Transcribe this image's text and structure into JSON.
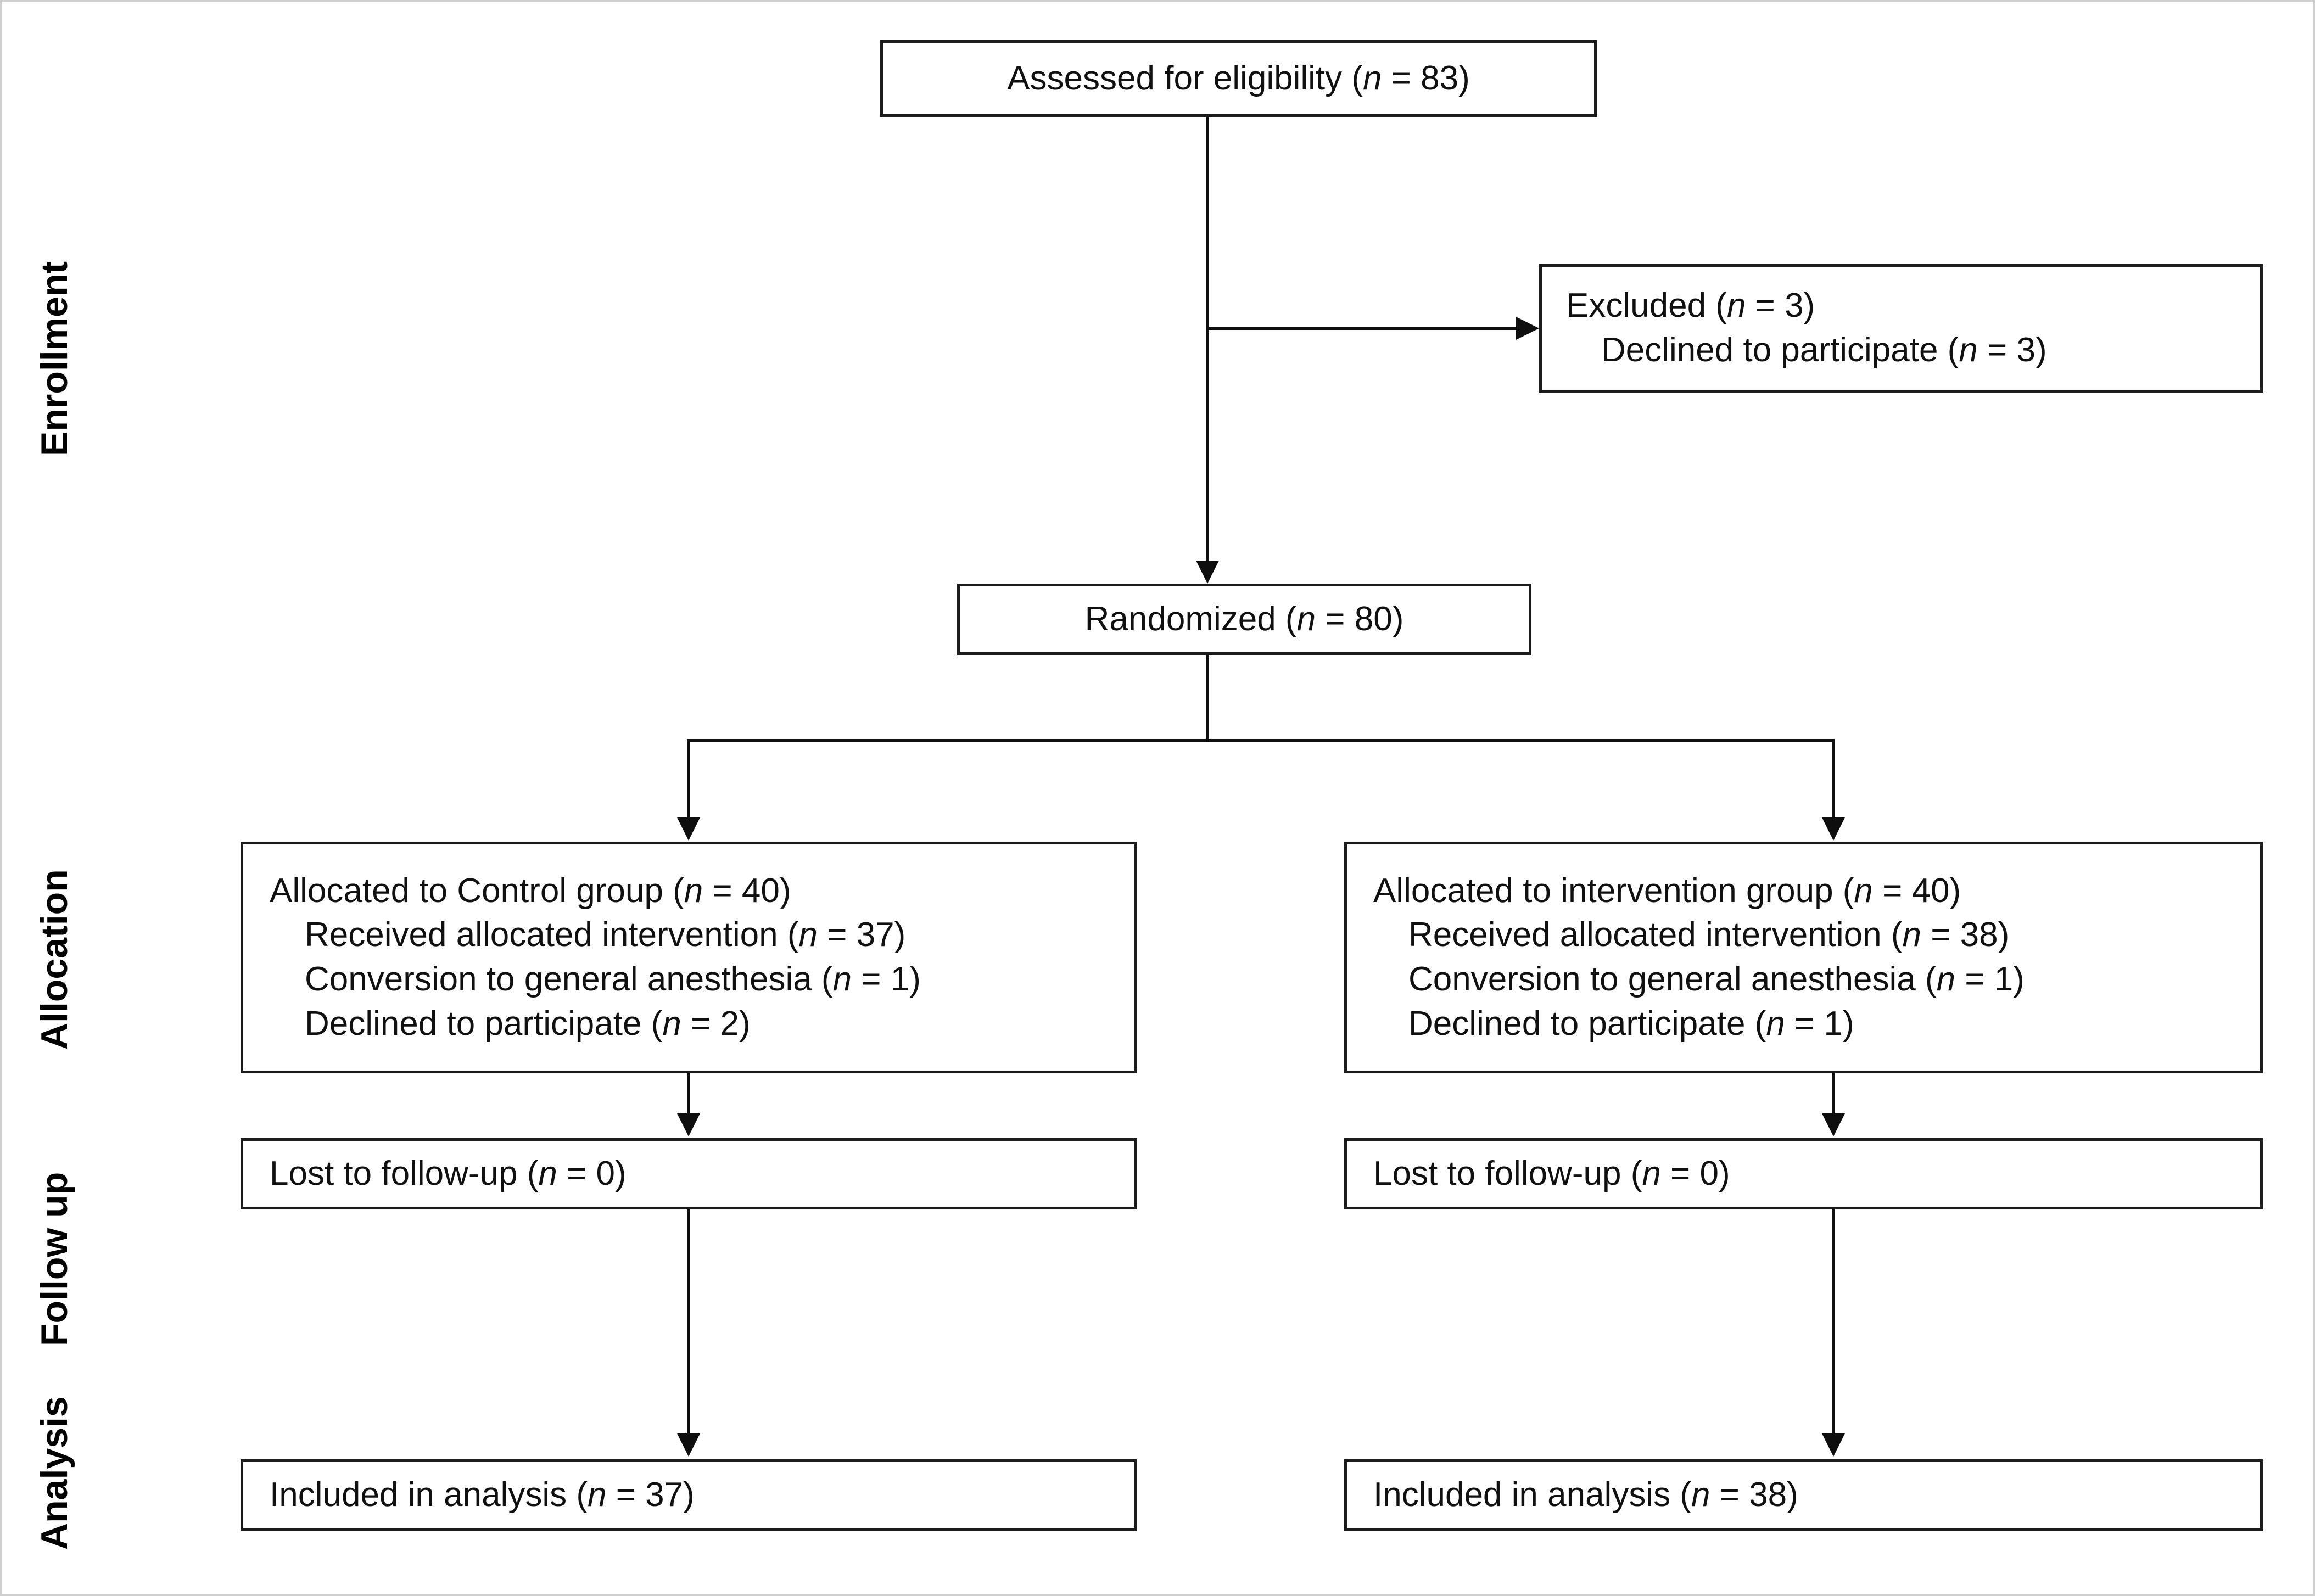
{
  "diagram": {
    "title": "CONSORT participant flow diagram",
    "stages": [
      {
        "id": "enrollment",
        "label": "Enrollment"
      },
      {
        "id": "allocation",
        "label": "Allocation"
      },
      {
        "id": "followup",
        "label": "Follow up"
      },
      {
        "id": "analysis",
        "label": "Analysis"
      }
    ],
    "nodes": {
      "assessed": {
        "lines": [
          {
            "text": "Assessed for eligibility (",
            "n_symbol": "n",
            "eq": " = ",
            "value": "83",
            "close": ")"
          }
        ],
        "full_text": "Assessed for eligibility (n = 83)"
      },
      "excluded": {
        "lines": [
          {
            "text": "Excluded (",
            "n_symbol": "n",
            "eq": " = ",
            "value": "3",
            "close": ")"
          },
          {
            "text": "Declined to participate (",
            "n_symbol": "n",
            "eq": " = ",
            "value": "3",
            "close": ")"
          }
        ],
        "full_text": "Excluded (n = 3) / Declined to participate (n = 3)"
      },
      "randomized": {
        "lines": [
          {
            "text": "Randomized (",
            "n_symbol": "n",
            "eq": " = ",
            "value": "80",
            "close": ")"
          }
        ],
        "full_text": "Randomized (n = 80)"
      },
      "alloc_control": {
        "lines": [
          {
            "text": "Allocated to Control group (",
            "n_symbol": "n",
            "eq": " = ",
            "value": "40",
            "close": ")"
          },
          {
            "text": "Received allocated intervention (",
            "n_symbol": "n",
            "eq": " = ",
            "value": "37",
            "close": ")"
          },
          {
            "text": "Conversion to general anesthesia (",
            "n_symbol": "n",
            "eq": " = ",
            "value": "1",
            "close": ")"
          },
          {
            "text": "Declined to participate (",
            "n_symbol": "n",
            "eq": " = ",
            "value": "2",
            "close": ")"
          }
        ],
        "full_text": "Allocated to Control group (n = 40); Received allocated intervention (n = 37); Conversion to general anesthesia (n = 1); Declined to participate (n = 2)"
      },
      "alloc_intervention": {
        "lines": [
          {
            "text": "Allocated to intervention group (",
            "n_symbol": "n",
            "eq": " = ",
            "value": "40",
            "close": ")"
          },
          {
            "text": "Received allocated intervention (",
            "n_symbol": "n",
            "eq": " = ",
            "value": "38",
            "close": ")"
          },
          {
            "text": "Conversion to general anesthesia (",
            "n_symbol": "n",
            "eq": " = ",
            "value": "1",
            "close": ")"
          },
          {
            "text": "Declined to participate (",
            "n_symbol": "n",
            "eq": " = ",
            "value": "1",
            "close": ")"
          }
        ],
        "full_text": "Allocated to intervention group (n = 40); Received allocated intervention (n = 38); Conversion to general anesthesia (n = 1); Declined to participate (n = 1)"
      },
      "followup_left": {
        "lines": [
          {
            "text": "Lost to follow-up (",
            "n_symbol": "n",
            "eq": " = ",
            "value": "0",
            "close": ")"
          }
        ],
        "full_text": "Lost to follow-up (n = 0)"
      },
      "followup_right": {
        "lines": [
          {
            "text": "Lost to follow-up (",
            "n_symbol": "n",
            "eq": " = ",
            "value": "0",
            "close": ")"
          }
        ],
        "full_text": "Lost to follow-up (n = 0)"
      },
      "analysis_left": {
        "lines": [
          {
            "text": "Included in analysis (",
            "n_symbol": "n",
            "eq": " = ",
            "value": "37",
            "close": ")"
          }
        ],
        "full_text": "Included in analysis (n = 37)"
      },
      "analysis_right": {
        "lines": [
          {
            "text": "Included in analysis (",
            "n_symbol": "n",
            "eq": " = ",
            "value": "38",
            "close": ")"
          }
        ],
        "full_text": "Included in analysis (n = 38)"
      }
    },
    "colors": {
      "box_border": "#1c1c1c",
      "connector": "#0e0e0e",
      "text": "#101010",
      "background": "#ffffff"
    }
  },
  "chart_data": {
    "type": "diagram",
    "title": "CONSORT flow diagram",
    "stages": [
      "Enrollment",
      "Allocation",
      "Follow up",
      "Analysis"
    ],
    "nodes": [
      {
        "id": "assessed",
        "label": "Assessed for eligibility",
        "n": 83,
        "stage": "Enrollment"
      },
      {
        "id": "excluded",
        "label": "Excluded",
        "n": 3,
        "stage": "Enrollment"
      },
      {
        "id": "declined_screen",
        "label": "Declined to participate",
        "n": 3,
        "stage": "Enrollment"
      },
      {
        "id": "randomized",
        "label": "Randomized",
        "n": 80,
        "stage": "Enrollment"
      },
      {
        "id": "alloc_control",
        "label": "Allocated to Control group",
        "n": 40,
        "stage": "Allocation"
      },
      {
        "id": "ctrl_received",
        "label": "Received allocated intervention",
        "n": 37,
        "stage": "Allocation"
      },
      {
        "id": "ctrl_conversion",
        "label": "Conversion to general anesthesia",
        "n": 1,
        "stage": "Allocation"
      },
      {
        "id": "ctrl_declined",
        "label": "Declined to participate",
        "n": 2,
        "stage": "Allocation"
      },
      {
        "id": "alloc_intervention",
        "label": "Allocated to intervention group",
        "n": 40,
        "stage": "Allocation"
      },
      {
        "id": "int_received",
        "label": "Received allocated intervention",
        "n": 38,
        "stage": "Allocation"
      },
      {
        "id": "int_conversion",
        "label": "Conversion to general anesthesia",
        "n": 1,
        "stage": "Allocation"
      },
      {
        "id": "int_declined",
        "label": "Declined to participate",
        "n": 1,
        "stage": "Allocation"
      },
      {
        "id": "followup_left",
        "label": "Lost to follow-up",
        "n": 0,
        "stage": "Follow up"
      },
      {
        "id": "followup_right",
        "label": "Lost to follow-up",
        "n": 0,
        "stage": "Follow up"
      },
      {
        "id": "analysis_left",
        "label": "Included in analysis",
        "n": 37,
        "stage": "Analysis"
      },
      {
        "id": "analysis_right",
        "label": "Included in analysis",
        "n": 38,
        "stage": "Analysis"
      }
    ],
    "edges": [
      {
        "from": "assessed",
        "to": "excluded"
      },
      {
        "from": "assessed",
        "to": "randomized"
      },
      {
        "from": "randomized",
        "to": "alloc_control"
      },
      {
        "from": "randomized",
        "to": "alloc_intervention"
      },
      {
        "from": "alloc_control",
        "to": "followup_left"
      },
      {
        "from": "alloc_intervention",
        "to": "followup_right"
      },
      {
        "from": "followup_left",
        "to": "analysis_left"
      },
      {
        "from": "followup_right",
        "to": "analysis_right"
      }
    ]
  }
}
